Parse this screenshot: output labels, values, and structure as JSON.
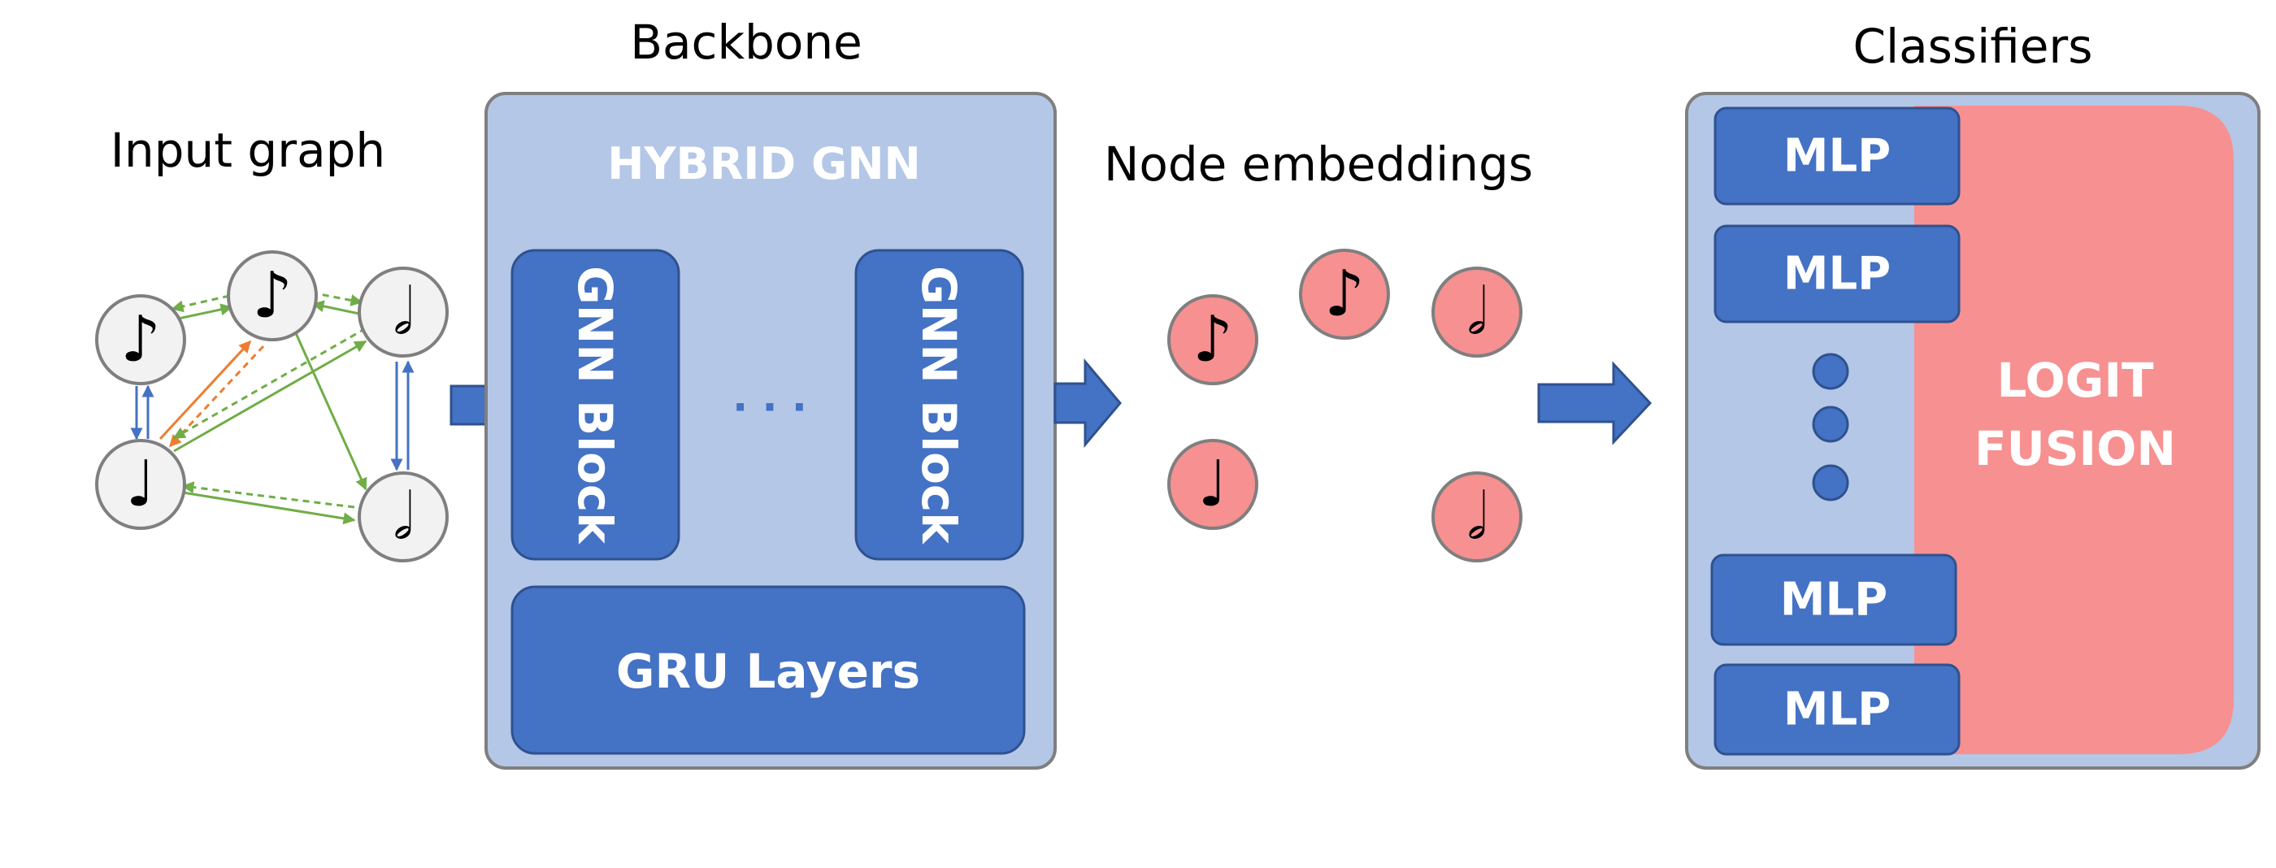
{
  "titles": {
    "input_graph": "Input graph",
    "backbone": "Backbone",
    "node_embeddings": "Node embeddings",
    "classifiers": "Classifiers"
  },
  "backbone": {
    "name": "HYBRID GNN",
    "gnn_block_label": "GNN Block",
    "ellipsis": "· · ·",
    "gru_label": "GRU Layers"
  },
  "classifiers": {
    "mlp_label": "MLP",
    "fusion_line1": "LOGIT",
    "fusion_line2": "FUSION"
  },
  "graph": {
    "notes": [
      "♪",
      "♪",
      "𝅗𝅥",
      "♩",
      "𝅗𝅥"
    ]
  },
  "embeddings": {
    "notes": [
      "♪",
      "♪",
      "𝅗𝅥",
      "♩",
      "𝅗𝅥"
    ]
  },
  "colors": {
    "panel": "#b4c7e7",
    "block": "#4472c4",
    "embedding": "#f79091",
    "node": "#f2f2f2",
    "edge_green": "#70ad47",
    "edge_orange": "#ed7d31",
    "edge_blue": "#4472c4"
  }
}
